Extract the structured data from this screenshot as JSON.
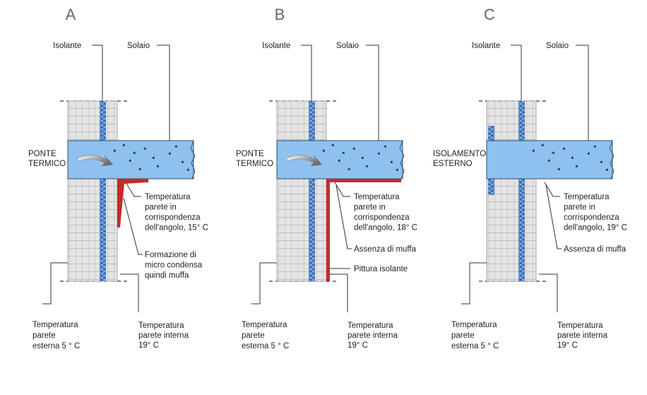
{
  "colors": {
    "slab": "#8fc1ee",
    "wall": "#e6e6e6",
    "insulation": "#3c6eb4",
    "mold": "#c62a2a",
    "line": "#333333"
  },
  "panels": [
    {
      "letter": "A",
      "insulante": "Isolante",
      "solaio": "Solaio",
      "side_label": [
        "PONTE",
        "TERMICO"
      ],
      "corner_temp": [
        "Temperatura",
        "parete in",
        "corrispondenza",
        "dell'angolo, 15° C"
      ],
      "note": [
        "Formazione di",
        "micro condensa",
        "quindi muffa"
      ],
      "ext_temp": [
        "Temperatura",
        "parete",
        "esterna 5 ° C"
      ],
      "int_temp": [
        "Temperatura",
        "parete interna",
        "19° C"
      ]
    },
    {
      "letter": "B",
      "insulante": "Isolante",
      "solaio": "Solaio",
      "side_label": [
        "PONTE",
        "TERMICO"
      ],
      "corner_temp": [
        "Temperatura",
        "parete in",
        "corrispondenza",
        "dell'angolo, 18° C"
      ],
      "note": [
        "Assenza di muffa"
      ],
      "paint": "Pittura isolante",
      "ext_temp": [
        "Temperatura",
        "parete",
        "esterna 5 ° C"
      ],
      "int_temp": [
        "Temperatura",
        "parete interna",
        "19° C"
      ]
    },
    {
      "letter": "C",
      "insulante": "Isolante",
      "solaio": "Solaio",
      "side_label": [
        "ISOLAMENTO",
        "ESTERNO"
      ],
      "corner_temp": [
        "Temperatura",
        "parete in",
        "corrispondenza",
        "dell'angolo, 19° C"
      ],
      "note": [
        "Assenza di muffa"
      ],
      "ext_temp": [
        "Temperatura",
        "parete",
        "esterna 5 ° C"
      ],
      "int_temp": [
        "Temperatura",
        "parete interna",
        "19° C"
      ]
    }
  ]
}
